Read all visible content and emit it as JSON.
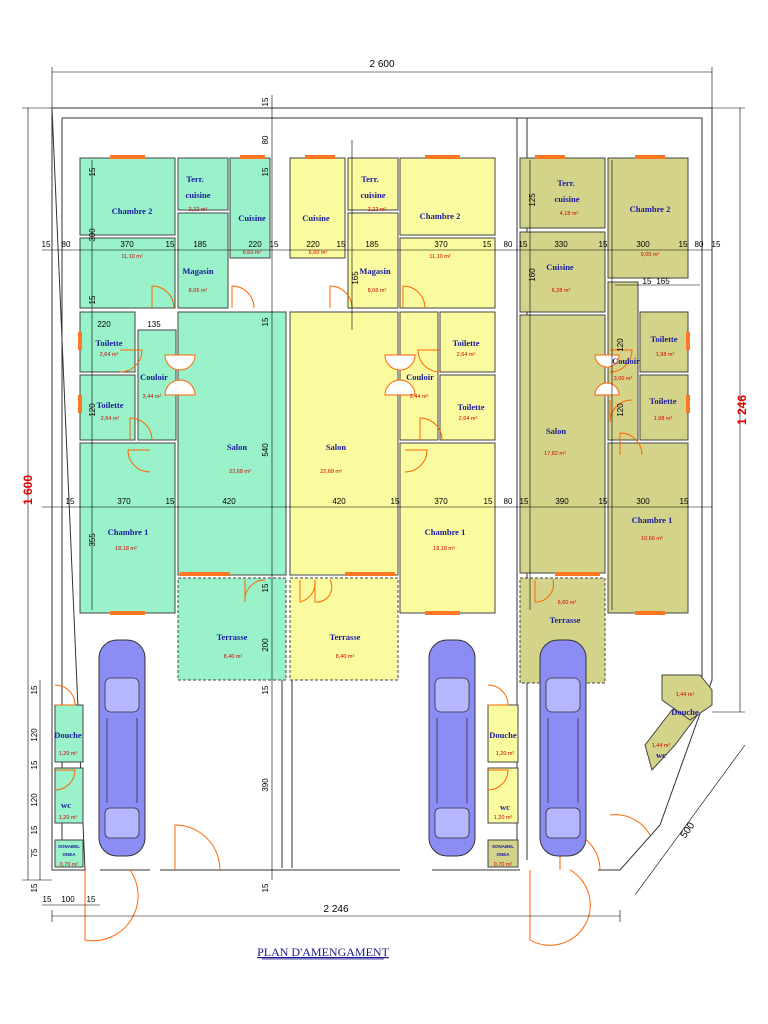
{
  "title": "PLAN D'AMENGAMENT",
  "dimensions": {
    "overall_width": "2 600",
    "overall_height": "1 600",
    "right_height": "1 246",
    "bottom_width": "2 246",
    "diagonal": "500",
    "top_row": [
      "15",
      "80",
      "370",
      "15",
      "185",
      "220",
      "15",
      "220",
      "15",
      "185",
      "370",
      "15",
      "80",
      "15",
      "330",
      "15",
      "300",
      "15",
      "80",
      "15"
    ],
    "middle_row": [
      "15",
      "370",
      "15",
      "420",
      "420",
      "15",
      "370",
      "15",
      "80",
      "15",
      "390",
      "15",
      "300",
      "15"
    ],
    "vertical_left": [
      "15",
      "300",
      "15",
      "355",
      "15",
      "120",
      "15",
      "120",
      "15",
      "75",
      "15"
    ],
    "vertical_center": [
      "15",
      "80",
      "15",
      "15",
      "540",
      "15",
      "200",
      "15",
      "390",
      "15"
    ],
    "bottom_row": [
      "15",
      "100",
      "15"
    ],
    "misc": [
      "220",
      "135",
      "165",
      "120",
      "120",
      "120",
      "125",
      "160",
      "15",
      "165"
    ]
  },
  "rooms": {
    "u1_chambre2": {
      "name": "Chambre 2",
      "area": "11,10 m²"
    },
    "u1_terr_cuisine": {
      "name": "Terr. cuisine",
      "area": "2,22 m²"
    },
    "u1_cuisine": {
      "name": "Cuisine",
      "area": "6,60 m²"
    },
    "u1_magasin": {
      "name": "Magasin",
      "area": "8,06 m²"
    },
    "u1_toilette1": {
      "name": "Toilette",
      "area": "2,64 m²"
    },
    "u1_couloir": {
      "name": "Couloir",
      "area": "3,44 m²"
    },
    "u1_toilette2": {
      "name": "Toilette",
      "area": "2,64 m²"
    },
    "u1_salon": {
      "name": "Salon",
      "area": "22,68 m²"
    },
    "u1_chambre1": {
      "name": "Chambre 1",
      "area": "18,18 m²"
    },
    "u1_terrasse": {
      "name": "Terrasse",
      "area": "8,40 m²"
    },
    "u2_cuisine": {
      "name": "Cuisine",
      "area": "6,60 m²"
    },
    "u2_terr_cuisine": {
      "name": "Terr. cuisine",
      "area": "2,22 m²"
    },
    "u2_chambre2": {
      "name": "Chambre 2",
      "area": "11,10 m²"
    },
    "u2_magasin": {
      "name": "Magasin",
      "area": "8,06 m²"
    },
    "u2_toilette1": {
      "name": "Toilette",
      "area": "2,64 m²"
    },
    "u2_couloir": {
      "name": "Couloir",
      "area": "3,44 m²"
    },
    "u2_toilette2": {
      "name": "Toilette",
      "area": "2,64 m²"
    },
    "u2_salon": {
      "name": "Salon",
      "area": "22,68 m²"
    },
    "u2_chambre1": {
      "name": "Chambre 1",
      "area": "18,18 m²"
    },
    "u2_terrasse": {
      "name": "Terrasse",
      "area": "8,40 m²"
    },
    "u3_terr_cuisine": {
      "name": "Terr. cuisine",
      "area": "4,18 m²"
    },
    "u3_chambre2": {
      "name": "Chambre 2",
      "area": "9,00 m²"
    },
    "u3_cuisine": {
      "name": "Cuisine",
      "area": "6,28 m²"
    },
    "u3_toilette1": {
      "name": "Toilette",
      "area": "1,98 m²"
    },
    "u3_couloir": {
      "name": "Couloir",
      "area": "3,00 m²"
    },
    "u3_toilette2": {
      "name": "Toilette",
      "area": "1,98 m²"
    },
    "u3_salon": {
      "name": "Salon",
      "area": "17,82 m²"
    },
    "u3_chambre1": {
      "name": "Chambre 1",
      "area": "10,66 m²"
    },
    "u3_terrasse": {
      "name": "Terrasse",
      "area": "6,60 m²"
    },
    "ext_douche1": {
      "name": "Douche",
      "area": "1,20 m²"
    },
    "ext_wc1": {
      "name": "wc",
      "area": "1,20 m²"
    },
    "ext_sonabel1": {
      "name": "SONABEL ONEA",
      "area": "0,70 m²"
    },
    "ext_douche2": {
      "name": "Douche",
      "area": "1,20 m²"
    },
    "ext_wc2": {
      "name": "wc",
      "area": "1,20 m²"
    },
    "ext_sonabel2": {
      "name": "SONABEL ONEA",
      "area": "0,70 m²"
    },
    "ext_douche3": {
      "name": "Douche",
      "area": "1,44 m²"
    },
    "ext_wc3": {
      "name": "wc",
      "area": "1,44 m²"
    }
  },
  "colors": {
    "unit1": "#99f2c9",
    "unit2": "#fafa9e",
    "unit3": "#d3d389",
    "wall": "#ffffff",
    "wall_stroke": "#333333",
    "window": "#ff7722",
    "door": "#ff6600",
    "car": "#8c8cf5",
    "dim_red": "#e00000",
    "title": "#1a1a8c",
    "room_name": "#1a1aa0",
    "room_area": "#d00000"
  },
  "icons": [
    "car-icon",
    "door-swing-icon",
    "window-icon"
  ]
}
